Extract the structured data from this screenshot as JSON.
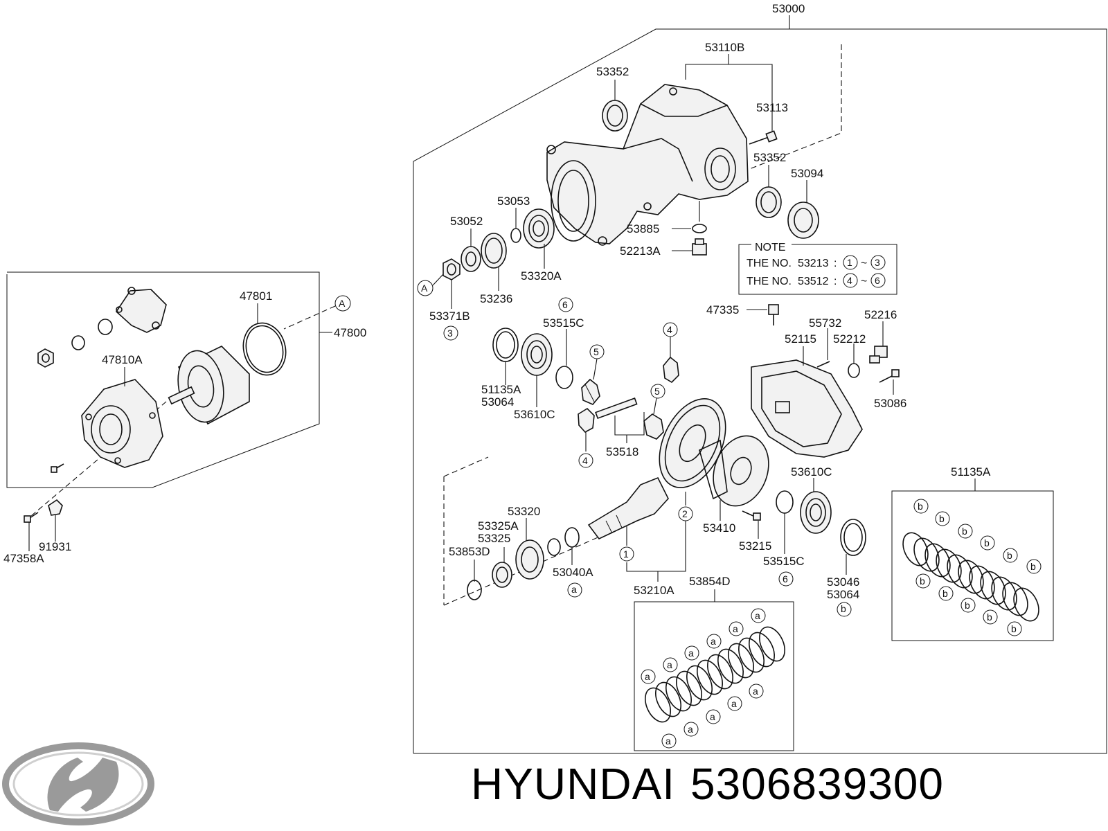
{
  "brand": "HYUNDAI",
  "part_number": "5306839300",
  "colors": {
    "ink": "#111111",
    "logo": "#9a9a9a",
    "background": "#ffffff"
  },
  "logo_icon": "hyundai-logo-icon",
  "note": {
    "title": "NOTE",
    "line1_prefix": "THE NO.",
    "line1_part": "53213",
    "line1_from": "1",
    "line1_to": "3",
    "line2_prefix": "THE NO.",
    "line2_part": "53512",
    "line2_from": "4",
    "line2_to": "6",
    "sep": ":",
    "tilde": "~"
  },
  "labels": {
    "p53000": "53000",
    "p53110B": "53110B",
    "p53352a": "53352",
    "p53113": "53113",
    "p53352b": "53352",
    "p53094": "53094",
    "p53053": "53053",
    "p53052": "53052",
    "p53885": "53885",
    "p52213A": "52213A",
    "p53320A": "53320A",
    "p53236": "53236",
    "p53371B": "53371B",
    "pA_right": "A",
    "p47801": "47801",
    "pA_left": "A",
    "p47800": "47800",
    "p47810A": "47810A",
    "p47358A": "47358A",
    "p91931": "91931",
    "p47335": "47335",
    "p55732": "55732",
    "p52216": "52216",
    "p52115": "52115",
    "p52212": "52212",
    "p53086": "53086",
    "p53515Ca": "53515C",
    "p51135Aa": "51135A",
    "p53064a": "53064",
    "p53610Ca": "53610C",
    "p53518": "53518",
    "p53610Cb": "53610C",
    "p51135Ab": "51135A",
    "p53320": "53320",
    "p53325A": "53325A",
    "p53325": "53325",
    "p53853D": "53853D",
    "p53040A": "53040A",
    "p53410": "53410",
    "p53215": "53215",
    "p53515Cb": "53515C",
    "p53046": "53046",
    "p53064b": "53064",
    "p53210A": "53210A",
    "p53854D": "53854D"
  },
  "circled": {
    "c3": "3",
    "c6a": "6",
    "c4a": "4",
    "c5a": "5",
    "c5b": "5",
    "c4b": "4",
    "c2": "2",
    "c1": "1",
    "c6b": "6",
    "ca": "a",
    "cb": "b"
  },
  "shim_a": "a",
  "shim_b": "b"
}
